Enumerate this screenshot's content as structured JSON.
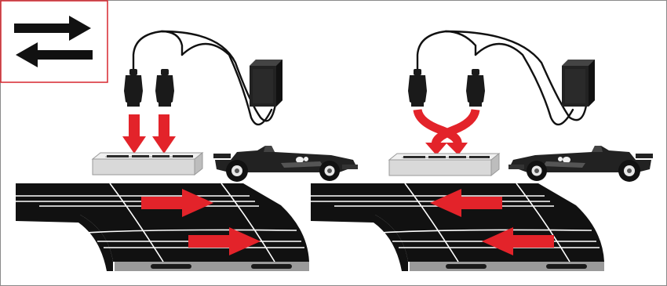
{
  "colors": {
    "frame": "#8a8a8a",
    "legend_border": "#d7262e",
    "arrow_red": "#e3232a",
    "track": "#111111",
    "track_line": "#ffffff",
    "track_edge": "#9a9a9a",
    "track_slot": "#1a1a1a",
    "cable": "#111111",
    "plug": "#1a1a1a",
    "adapter": "#222222",
    "connector_box": "#d9d9d9",
    "car_body": "#222222",
    "car_detail": "#f2f2f2"
  },
  "legend": {
    "icon": "swap-direction-arrows-icon"
  },
  "panels": [
    {
      "id": "forward",
      "plug_wiring": "straight",
      "travel_direction": "right",
      "car_facing": "right",
      "icons": [
        "plug-pair-icon",
        "power-adapter-icon",
        "connector-block-icon",
        "race-car-icon",
        "track-section-icon"
      ]
    },
    {
      "id": "reverse",
      "plug_wiring": "crossed",
      "travel_direction": "left",
      "car_facing": "left",
      "icons": [
        "plug-pair-icon",
        "power-adapter-icon",
        "connector-block-icon",
        "race-car-icon",
        "track-section-icon"
      ]
    }
  ]
}
